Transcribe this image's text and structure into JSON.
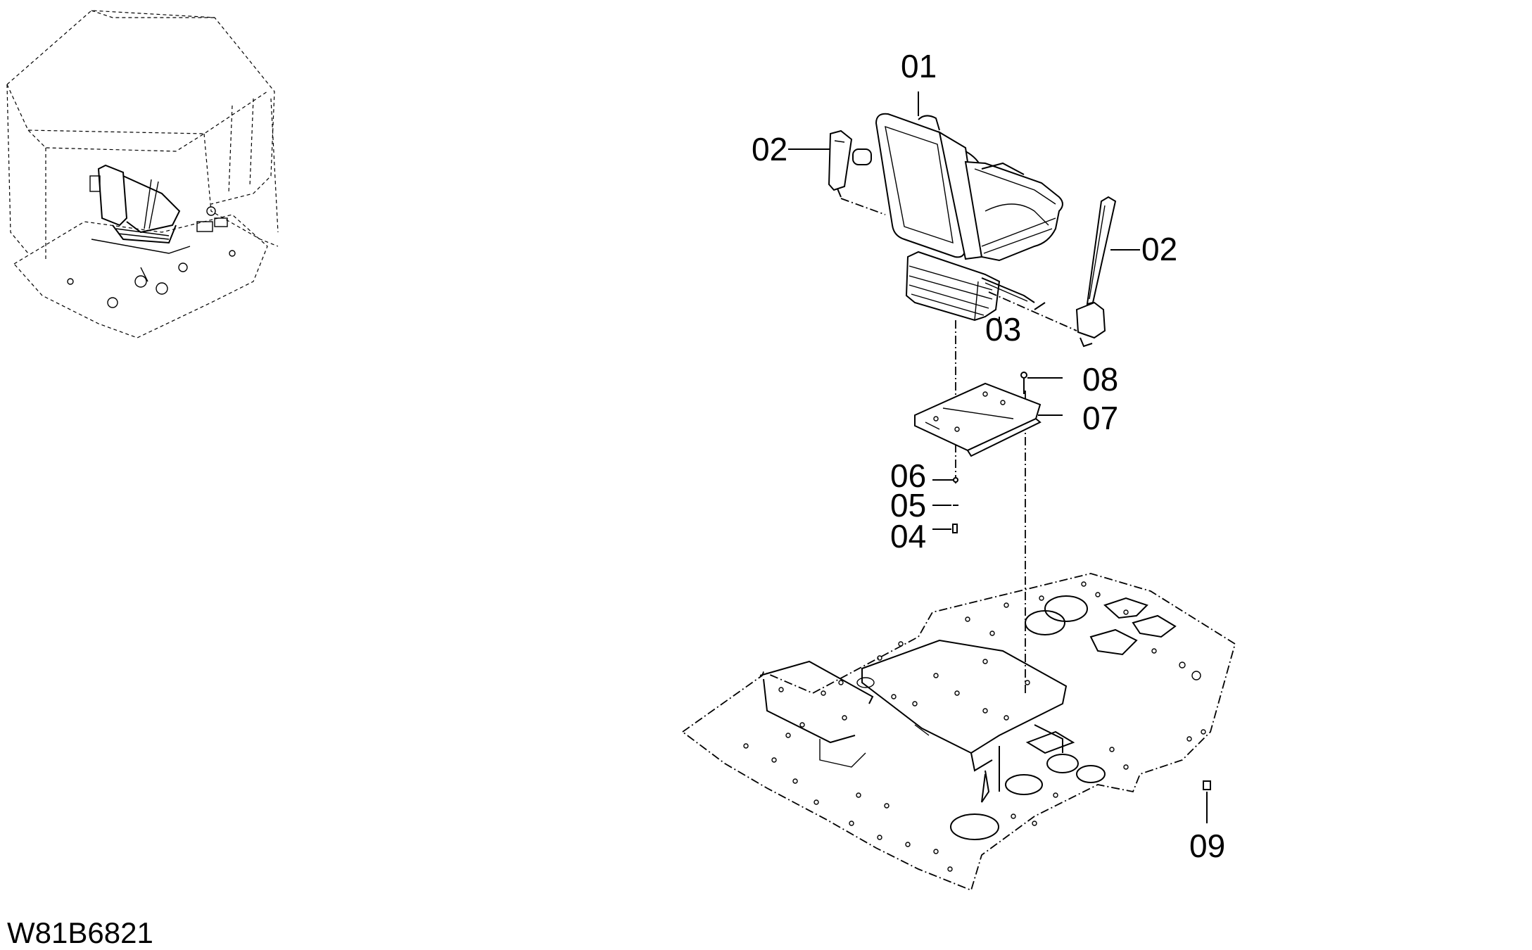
{
  "callouts": [
    {
      "id": "c01",
      "label": "01"
    },
    {
      "id": "c02a",
      "label": "02"
    },
    {
      "id": "c02b",
      "label": "02"
    },
    {
      "id": "c03",
      "label": "03"
    },
    {
      "id": "c08",
      "label": "08"
    },
    {
      "id": "c07",
      "label": "07"
    },
    {
      "id": "c06",
      "label": "06"
    },
    {
      "id": "c05",
      "label": "05"
    },
    {
      "id": "c04",
      "label": "04"
    },
    {
      "id": "c09",
      "label": "09"
    }
  ],
  "drawing_id": "W81B6821"
}
